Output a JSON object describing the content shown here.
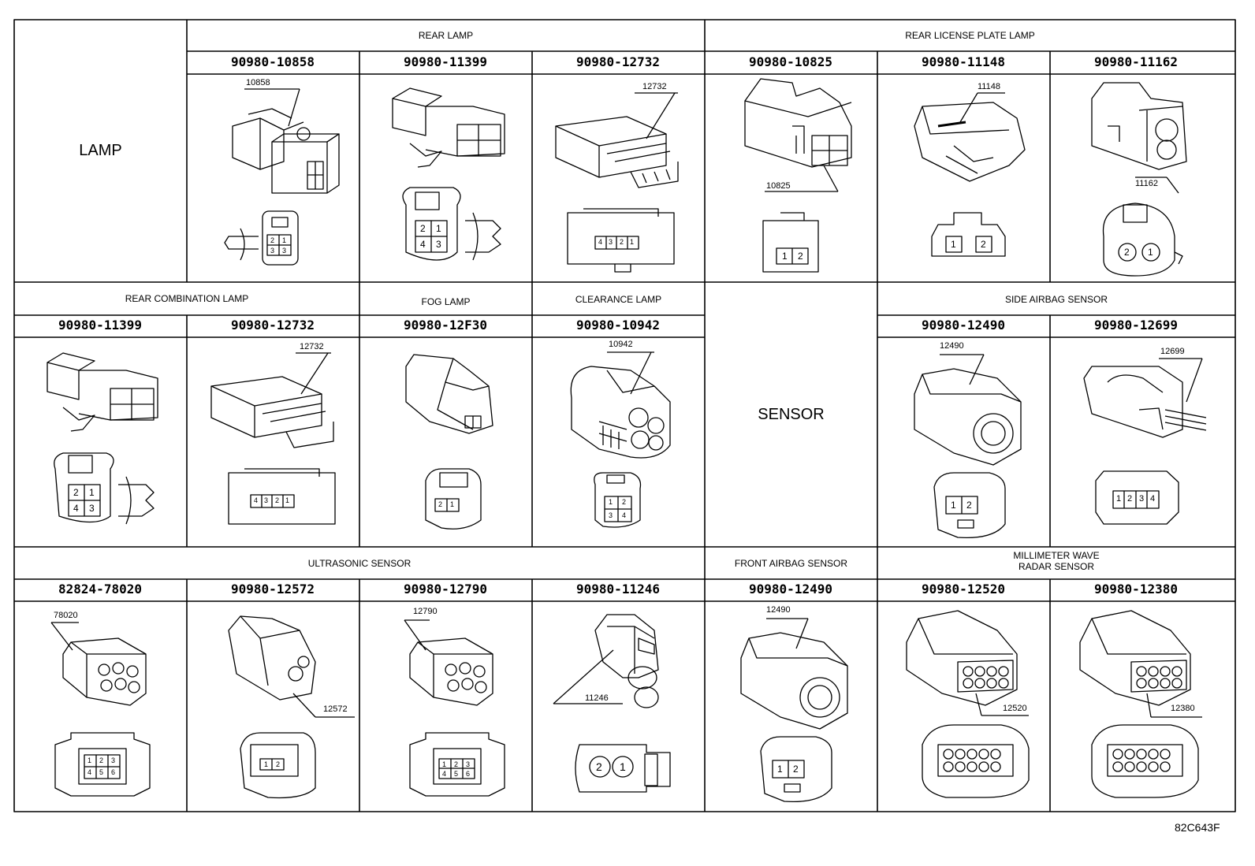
{
  "categories": {
    "lamp": "LAMP",
    "sensor": "SENSOR"
  },
  "sections": {
    "rear_lamp": "REAR LAMP",
    "rear_license_plate_lamp": "REAR LICENSE PLATE LAMP",
    "rear_combination_lamp": "REAR COMBINATION LAMP",
    "fog_lamp": "FOG LAMP",
    "clearance_lamp": "CLEARANCE LAMP",
    "side_airbag_sensor": "SIDE AIRBAG SENSOR",
    "ultrasonic_sensor": "ULTRASONIC SENSOR",
    "front_airbag_sensor": "FRONT AIRBAG SENSOR",
    "millimeter_wave_line1": "MILLIMETER WAVE",
    "millimeter_wave_line2": "RADAR SENSOR"
  },
  "part_numbers": {
    "row1": [
      "90980-10858",
      "90980-11399",
      "90980-12732",
      "90980-10825",
      "90980-11148",
      "90980-11162"
    ],
    "row2": [
      "90980-11399",
      "90980-12732",
      "90980-12F30",
      "90980-10942",
      "90980-12490",
      "90980-12699"
    ],
    "row3": [
      "82824-78020",
      "90980-12572",
      "90980-12790",
      "90980-11246",
      "90980-12490",
      "90980-12520",
      "90980-12380"
    ]
  },
  "callouts": {
    "row1": [
      "10858",
      "12732",
      "10825",
      "11148",
      "11162"
    ],
    "row2": [
      "12732",
      "10942",
      "12490",
      "12699"
    ],
    "row3": [
      "78020",
      "12572",
      "12790",
      "11246",
      "12490",
      "12520",
      "12380"
    ]
  },
  "pin_labels": {
    "r1_10858": [
      "2",
      "1",
      "3",
      "3"
    ],
    "r1_11399": [
      "2",
      "1",
      "4",
      "3"
    ],
    "r1_12732": [
      "4",
      "3",
      "2",
      "1"
    ],
    "r1_10825": [
      "1",
      "2"
    ],
    "r1_11148": [
      "1",
      "2"
    ],
    "r1_11162": [
      "2",
      "1"
    ],
    "r2_11399": [
      "2",
      "1",
      "4",
      "3"
    ],
    "r2_12732": [
      "4",
      "3",
      "2",
      "1"
    ],
    "r2_12F30": [
      "2",
      "1"
    ],
    "r2_10942": [
      "1",
      "2",
      "3",
      "4"
    ],
    "r2_12490": [
      "1",
      "2"
    ],
    "r2_12699": [
      "1",
      "2",
      "3",
      "4"
    ],
    "r3_78020": [
      "1",
      "2",
      "3",
      "4",
      "5",
      "6"
    ],
    "r3_12572": [
      "1",
      "2"
    ],
    "r3_12790": [
      "1",
      "2",
      "3",
      "4",
      "5",
      "6"
    ],
    "r3_11246": [
      "2",
      "1"
    ],
    "r3_12490": [
      "1",
      "2"
    ]
  },
  "figure_ref": "82C643F"
}
